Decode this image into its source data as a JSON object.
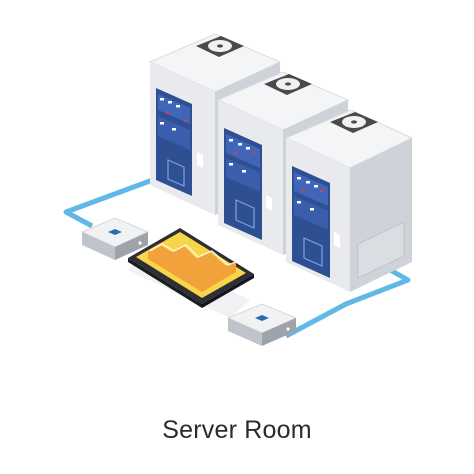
{
  "caption": "Server Room",
  "colors": {
    "cable": "#5fb8e6",
    "rack_top": "#f3f4f6",
    "rack_front": "#eaebee",
    "rack_side": "#cfd2d8",
    "panel": "#2f4f93",
    "panel_dark": "#233d78",
    "fan_bg": "#444444",
    "screen_yellow": "#f7d64a",
    "screen_orange": "#f2a23a",
    "device_shell": "#f1f2f4",
    "device_side": "#bfc3ca",
    "device_button": "#2b6cb0"
  },
  "icons": [
    "fan-icon",
    "server-rack",
    "router-device",
    "tablet-device",
    "network-cable"
  ]
}
